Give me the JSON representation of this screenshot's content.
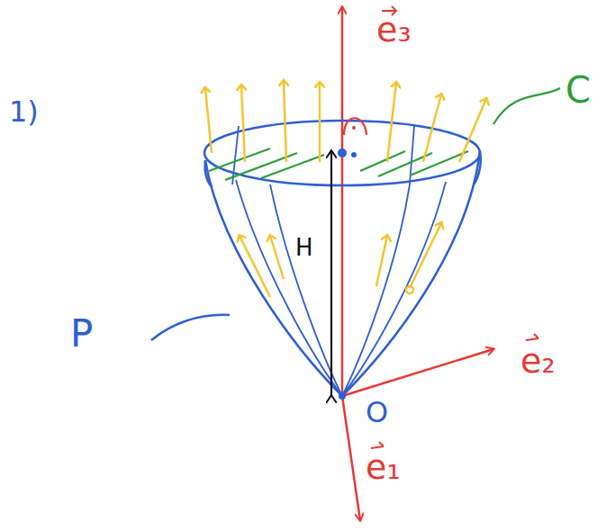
{
  "diagram": {
    "labels": [
      "1)",
      "e₃",
      "C",
      "H",
      "P",
      "e₂",
      "O",
      "e₁"
    ]
  }
}
